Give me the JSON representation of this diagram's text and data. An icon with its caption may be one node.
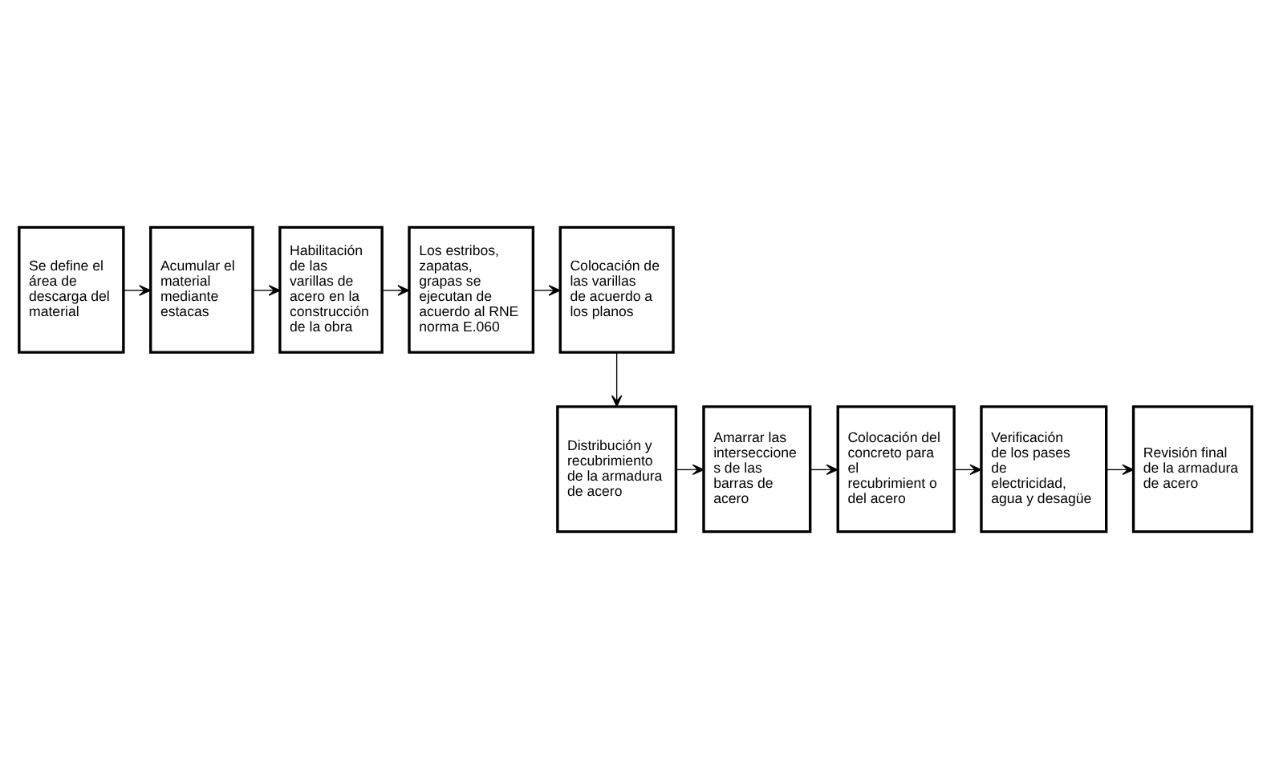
{
  "diagram": {
    "nodes": [
      {
        "text": [
          "Se define el área de descarga del material"
        ]
      },
      {
        "text": [
          "Acumular el material mediante estacas"
        ]
      },
      {
        "text": [
          "Habilitación de las varillas de acero en la construcción de la obra"
        ]
      },
      {
        "text": [
          "Los estribos, zapatas, grapas se ejecutan de acuerdo al RNE norma E.060"
        ]
      },
      {
        "text": [
          "Colocación de las varillas de acuerdo a los planos"
        ]
      },
      {
        "text": [
          "Distribución y recubrimiento de la armadura de acero"
        ]
      },
      {
        "text": [
          "Amarrar las interseccione s de las barras de acero"
        ]
      },
      {
        "text": [
          "Colocación del concreto para el recubrimient o del acero"
        ]
      },
      {
        "text": [
          "Verificación de los pases de electricidad, agua y desagüe"
        ]
      },
      {
        "text": [
          "Revisión final de la armadura de acero"
        ]
      }
    ],
    "edges": [
      {
        "from": 0,
        "to": 1,
        "arrow": "to"
      },
      {
        "from": 1,
        "to": 2,
        "arrow": "to"
      },
      {
        "from": 2,
        "to": 3,
        "arrow": "to"
      },
      {
        "from": 3,
        "to": 4,
        "arrow": "to"
      },
      {
        "from": 4,
        "to": 5,
        "arrow": "to"
      },
      {
        "from": 5,
        "to": 6,
        "arrow": "to"
      },
      {
        "from": 6,
        "to": 7,
        "arrow": "to"
      },
      {
        "from": 7,
        "to": 8,
        "arrow": "to"
      },
      {
        "from": 8,
        "to": 9,
        "arrow": "to"
      }
    ]
  }
}
